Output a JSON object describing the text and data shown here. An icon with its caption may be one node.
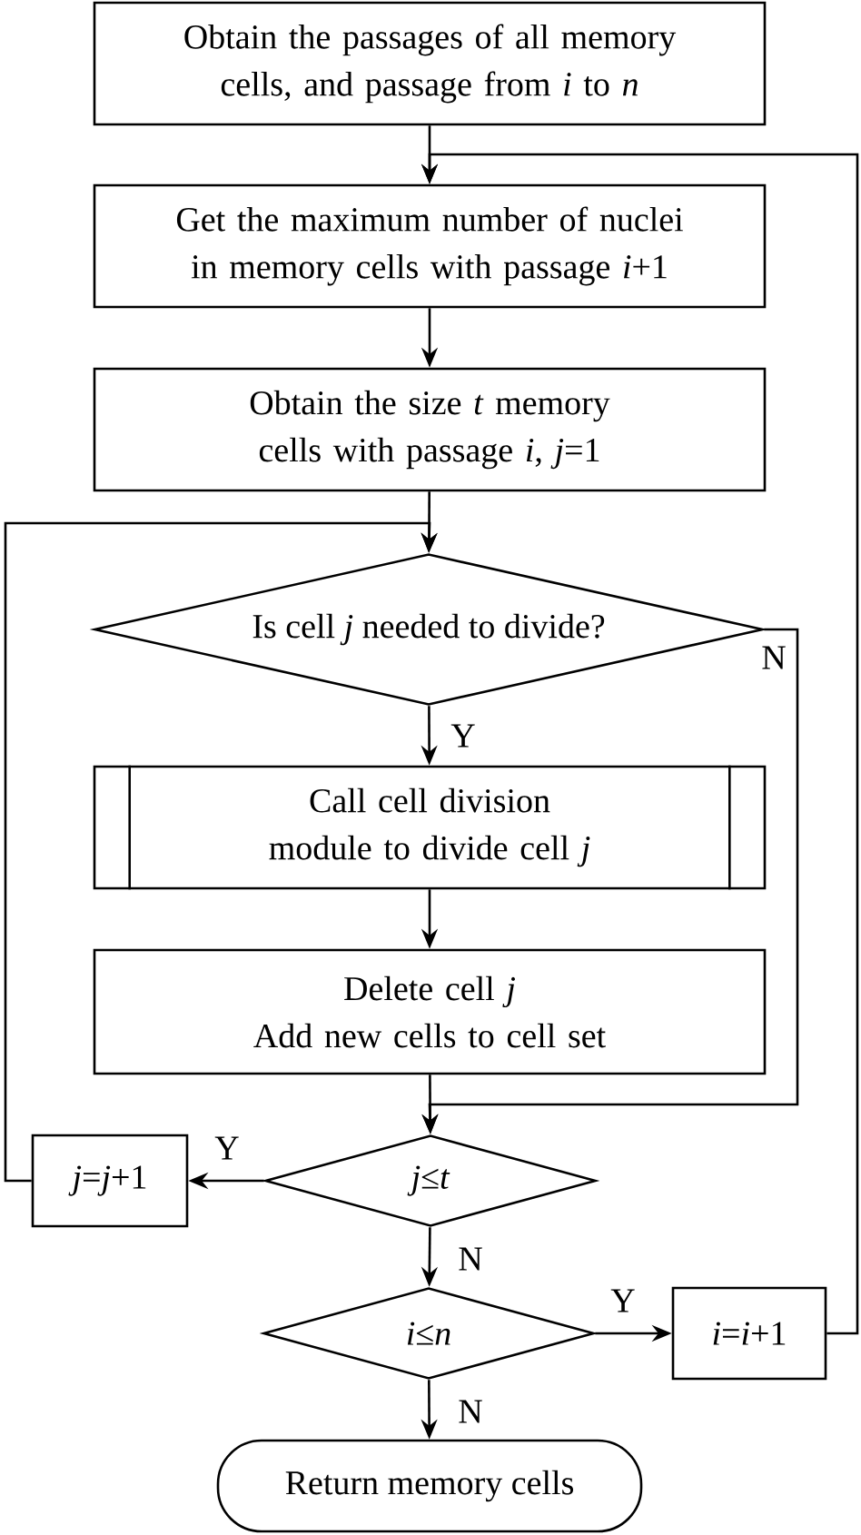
{
  "diagram": {
    "nodes": [
      {
        "text": [
          "Obtain the passages of all memory cells, and passage from *i* to *n*"
        ]
      },
      {
        "text": [
          "Get the maximum number of nuclei in memory cells with passage *i*+1"
        ]
      },
      {
        "text": [
          "Obtain the size *t* memory cells with passage *i*, *j*=1"
        ]
      },
      {
        "text": [
          "Is cell *j* needed to divide?"
        ]
      },
      {
        "text": [
          "Call cell division module to divide cell *j*"
        ]
      },
      {
        "text": [
          "Delete cell *j*",
          "Add new cells to cell set"
        ]
      },
      {
        "text": [
          "*j*≤*t*"
        ]
      },
      {
        "text": [
          "*j*=*j*+1"
        ]
      },
      {
        "text": [
          "*i*≤*n*"
        ]
      },
      {
        "text": [
          "*i*=*i*+1"
        ]
      },
      {
        "text": [
          "Return memory cells"
        ]
      }
    ],
    "edges": [
      {
        "from": 0,
        "to": 1,
        "arrow": "to"
      },
      {
        "from": 1,
        "to": 2,
        "arrow": "to"
      },
      {
        "from": 2,
        "to": 3,
        "arrow": "to"
      },
      {
        "from": 3,
        "to": 4,
        "arrow": "to",
        "label": "Y"
      },
      {
        "from": 4,
        "to": 5,
        "arrow": "to"
      },
      {
        "from": 3,
        "to": 6,
        "arrow": "to",
        "label": "N"
      },
      {
        "from": 5,
        "to": 6,
        "arrow": "to"
      },
      {
        "from": 6,
        "to": 7,
        "arrow": "to",
        "label": "Y"
      },
      {
        "from": 7,
        "to": 3,
        "arrow": "to"
      },
      {
        "from": 6,
        "to": 8,
        "arrow": "to",
        "label": "N"
      },
      {
        "from": 8,
        "to": 9,
        "arrow": "to",
        "label": "Y"
      },
      {
        "from": 8,
        "to": 10,
        "arrow": "to",
        "label": "N"
      },
      {
        "from": 9,
        "to": 1,
        "arrow": "to"
      }
    ]
  }
}
